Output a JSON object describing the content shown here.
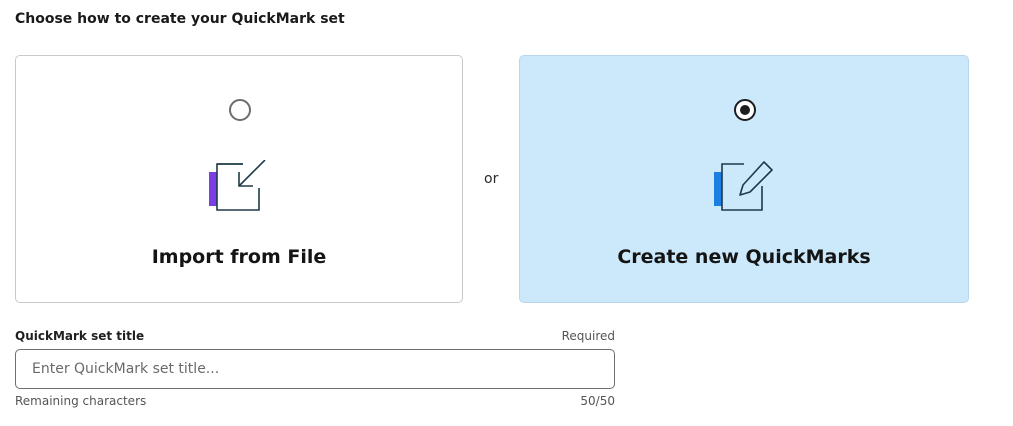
{
  "heading": "Choose how to create your QuickMark set",
  "options": [
    {
      "title": "Import from File",
      "icon": "import-file-icon",
      "selected": false,
      "accent_color": "#7b3fe4"
    },
    {
      "title": "Create new QuickMarks",
      "icon": "create-edit-icon",
      "selected": true,
      "accent_color": "#1a7fe0"
    }
  ],
  "separator": "or",
  "title_field": {
    "label": "QuickMark set title",
    "required_text": "Required",
    "placeholder": "Enter QuickMark set title...",
    "value": "",
    "remaining_label": "Remaining characters",
    "remaining_count": "50/50"
  },
  "colors": {
    "selected_card_bg": "#cce9fc",
    "border": "#c9c9c9",
    "icon_stroke": "#1e3a48"
  }
}
